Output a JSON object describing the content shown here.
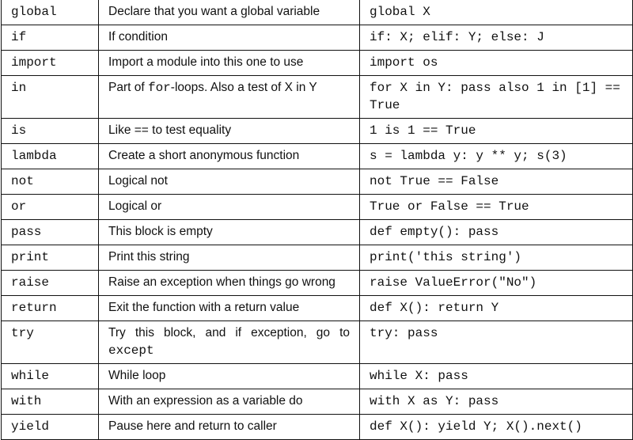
{
  "rows": [
    {
      "keyword": "global",
      "description": "Declare that you want a global variable",
      "example": "global X"
    },
    {
      "keyword": "if",
      "description": "If condition",
      "example": "if: X; elif: Y; else: J"
    },
    {
      "keyword": "import",
      "description": "Import a module into this one to use",
      "example": "import os"
    },
    {
      "keyword": "in",
      "description_before": "Part of ",
      "description_code": "for",
      "description_after": "-loops. Also a test of X in Y",
      "example": "for X in Y: pass  also  1 in [1] == True"
    },
    {
      "keyword": "is",
      "description": "Like == to test equality",
      "example": "1 is 1 == True"
    },
    {
      "keyword": "lambda",
      "description": "Create a short anonymous function",
      "example": "s = lambda y: y ** y; s(3)"
    },
    {
      "keyword": "not",
      "description": "Logical not",
      "example": "not True == False"
    },
    {
      "keyword": "or",
      "description": "Logical or",
      "example": "True or False == True"
    },
    {
      "keyword": "pass",
      "description": "This block is empty",
      "example": "def empty(): pass"
    },
    {
      "keyword": "print",
      "description": "Print this string",
      "example": "print('this string')"
    },
    {
      "keyword": "raise",
      "description": "Raise an exception when things go wrong",
      "example": "raise ValueError(\"No\")"
    },
    {
      "keyword": "return",
      "description": "Exit the function with a return value",
      "example": "def X(): return Y"
    },
    {
      "keyword": "try",
      "description_before": "Try this block, and if exception, go to ",
      "description_code": "except",
      "description_after": "",
      "example": "try: pass"
    },
    {
      "keyword": "while",
      "description": "While loop",
      "example": "while X: pass"
    },
    {
      "keyword": "with",
      "description": "With an expression as a variable do",
      "example": "with X as Y: pass"
    },
    {
      "keyword": "yield",
      "description": "Pause here and return to caller",
      "example": "def X(): yield Y; X().next()"
    }
  ]
}
